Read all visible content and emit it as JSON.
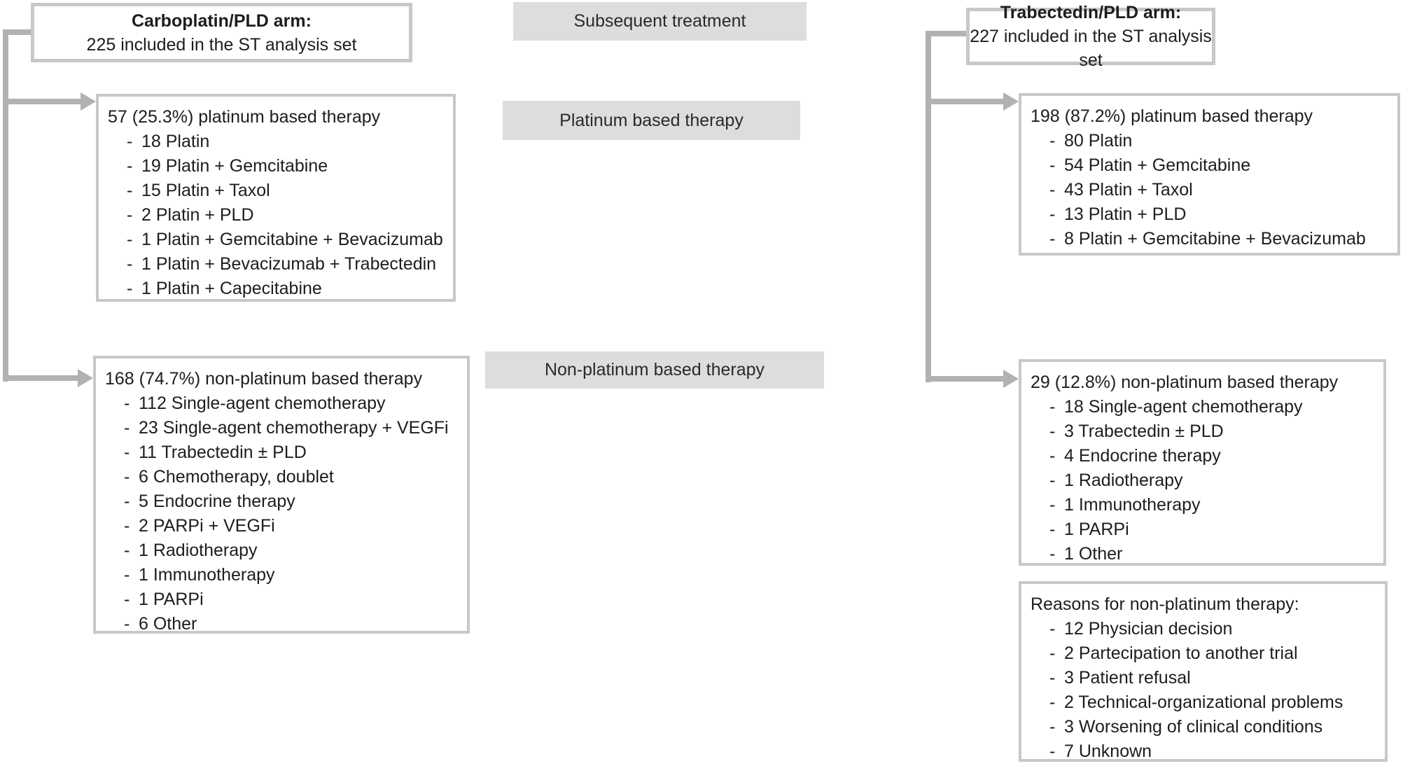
{
  "bullet": "-",
  "colors": {
    "border": "#c7c8ca",
    "connector": "#b1b2b4",
    "bar_bg": "#dddddf",
    "bar_text": "#2a2a2b",
    "text": "#1d1d1f"
  },
  "labels": {
    "subsequent": "Subsequent treatment",
    "platinum": "Platinum based therapy",
    "non_platinum": "Non-platinum based therapy"
  },
  "left_arm": {
    "title": "Carboplatin/PLD arm:",
    "subtitle": "225 included in the ST analysis set",
    "platinum": {
      "header": "57 (25.3%) platinum based therapy",
      "items": [
        "18 Platin",
        "19 Platin + Gemcitabine",
        "15 Platin + Taxol",
        "2 Platin + PLD",
        "1 Platin + Gemcitabine + Bevacizumab",
        "1 Platin + Bevacizumab + Trabectedin",
        "1 Platin + Capecitabine"
      ]
    },
    "non_platinum": {
      "header": "168 (74.7%) non-platinum based therapy",
      "items": [
        "112 Single-agent chemotherapy",
        "23 Single-agent chemotherapy + VEGFi",
        "11 Trabectedin ± PLD",
        "6 Chemotherapy, doublet",
        "5 Endocrine therapy",
        "2 PARPi + VEGFi",
        "1 Radiotherapy",
        "1 Immunotherapy",
        "1 PARPi",
        "6 Other"
      ]
    }
  },
  "right_arm": {
    "title": "Trabectedin/PLD arm:",
    "subtitle": "227 included in the ST analysis set",
    "platinum": {
      "header": "198 (87.2%) platinum based therapy",
      "items": [
        "80 Platin",
        "54 Platin + Gemcitabine",
        "43 Platin + Taxol",
        "13 Platin + PLD",
        "8 Platin + Gemcitabine + Bevacizumab"
      ]
    },
    "non_platinum": {
      "header": "29 (12.8%) non-platinum based therapy",
      "items": [
        "18 Single-agent chemotherapy",
        "3 Trabectedin ± PLD",
        "4 Endocrine therapy",
        "1 Radiotherapy",
        "1 Immunotherapy",
        "1 PARPi",
        "1 Other"
      ]
    },
    "reasons": {
      "header": "Reasons for non-platinum therapy:",
      "items": [
        "12 Physician decision",
        "2 Partecipation to another trial",
        "3 Patient refusal",
        "2 Technical-organizational problems",
        "3 Worsening of clinical conditions",
        "7 Unknown"
      ]
    }
  }
}
